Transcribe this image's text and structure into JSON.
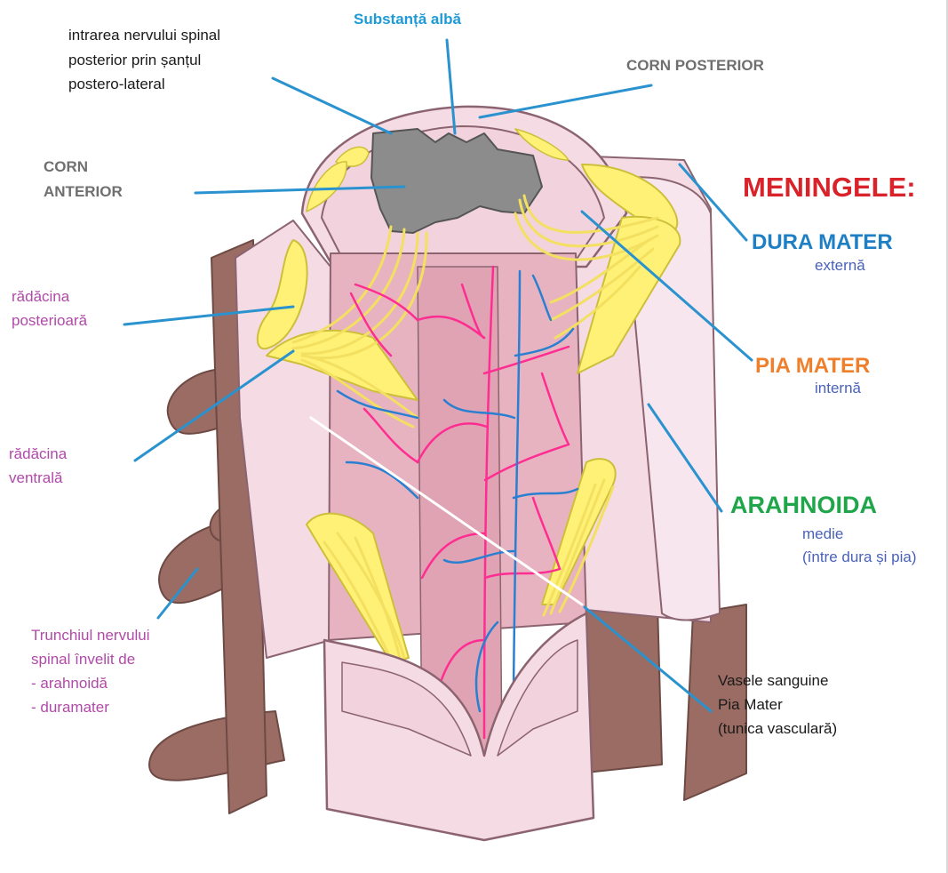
{
  "labels": {
    "white_matter": "Substanță albă",
    "nerve_entry_line1": "intrarea nervului spinal",
    "nerve_entry_line2": "posterior prin șanțul",
    "nerve_entry_line3": "postero-lateral",
    "posterior_horn": "CORN POSTERIOR",
    "anterior_horn_line1": "CORN",
    "anterior_horn_line2": "ANTERIOR",
    "meninges_title": "MENINGELE:",
    "dura_mater": "DURA MATER",
    "dura_mater_sub": "externă",
    "pia_mater": "PIA MATER",
    "pia_mater_sub": "internă",
    "arachnoid": "ARAHNOIDA",
    "arachnoid_sub1": "medie",
    "arachnoid_sub2": "(între dura și pia)",
    "posterior_root_line1": "rădăcina",
    "posterior_root_line2": "posterioară",
    "ventral_root_line1": "rădăcina",
    "ventral_root_line2": "ventrală",
    "trunk_line1": "Trunchiul nervului",
    "trunk_line2": "spinal învelit de",
    "trunk_line3": "- arahnoidă",
    "trunk_line4": "- duramater",
    "vessels_line1": "Vasele sanguine",
    "vessels_line2": "Pia Mater",
    "vessels_line3": "(tunica vasculară)"
  },
  "colors": {
    "meninges_title": "#d8232a",
    "dura_mater": "#1e7fc4",
    "pia_mater": "#f07f2b",
    "arachnoid": "#1fa64a",
    "leader_line": "#2a93cf",
    "dura_tissue": "#f4dbe4",
    "dura_outline": "#8c6470",
    "pia_tissue": "#e7b3c0",
    "nerve_yellow": "#fff176",
    "grey_matter": "#8c8c8c",
    "root_brown": "#9a6c63",
    "artery": "#ff2d91",
    "vein": "#2b7fd1"
  },
  "icons": [
    "spinal-cord-illustration"
  ]
}
